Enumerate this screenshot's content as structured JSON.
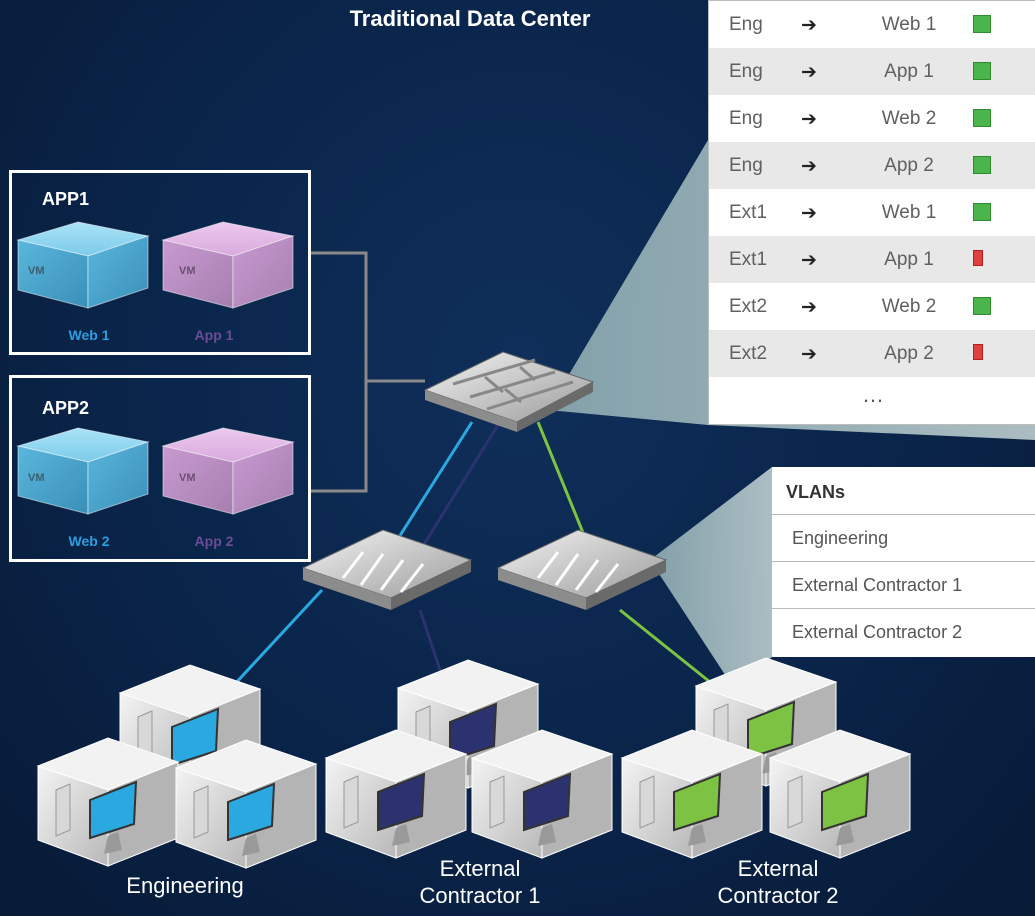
{
  "title": "Traditional Data Center",
  "apps": [
    {
      "title": "APP1",
      "web_label": "Web 1",
      "app_label": "App 1",
      "vm_text": "VM"
    },
    {
      "title": "APP2",
      "web_label": "Web 2",
      "app_label": "App 2",
      "vm_text": "VM"
    }
  ],
  "rules": {
    "rows": [
      {
        "src": "Eng",
        "dst": "Web 1",
        "action": "allow"
      },
      {
        "src": "Eng",
        "dst": "App 1",
        "action": "allow"
      },
      {
        "src": "Eng",
        "dst": "Web 2",
        "action": "allow"
      },
      {
        "src": "Eng",
        "dst": "App 2",
        "action": "allow"
      },
      {
        "src": "Ext1",
        "dst": "Web 1",
        "action": "allow"
      },
      {
        "src": "Ext1",
        "dst": "App 1",
        "action": "deny"
      },
      {
        "src": "Ext2",
        "dst": "Web 2",
        "action": "allow"
      },
      {
        "src": "Ext2",
        "dst": "App 2",
        "action": "deny"
      }
    ],
    "arrow": "➔",
    "more": "…"
  },
  "vlans": {
    "header": "VLANs",
    "items": [
      "Engineering",
      "External Contractor 1",
      "External Contractor 2"
    ]
  },
  "groups": {
    "eng": "Engineering",
    "ext1_line1": "External",
    "ext1_line2": "Contractor 1",
    "ext2_line1": "External",
    "ext2_line2": "Contractor 2"
  },
  "colors": {
    "eng": "#2aa8e0",
    "ext1": "#2c3270",
    "ext2": "#7dc242",
    "web_label": "#2a9ee0",
    "app_label": "#6b4c96",
    "connector": "#8a8a8a"
  }
}
